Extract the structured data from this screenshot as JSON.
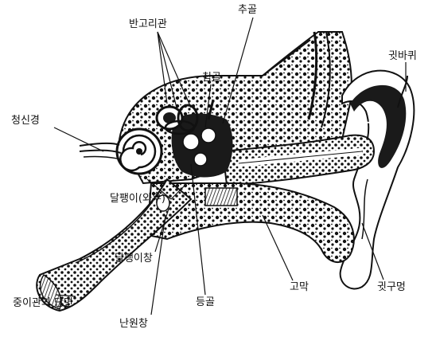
{
  "diagram": {
    "labels": {
      "semicircular_canals": "반고리관",
      "malleus": "추골",
      "incus": "침골",
      "auricle": "귓바퀴",
      "vestibulocochlear_nerve": "청신경",
      "cochlea": "달팽이(와우)",
      "cochlear_window": "달팽이창",
      "eardrum": "고막",
      "ear_canal": "귓구멍",
      "stapes": "등골",
      "eustachian_tube_section": "중이관의 단면",
      "oval_window": "난원창"
    },
    "colors": {
      "ink": "#111111",
      "bone": "#e6e6e6",
      "dark": "#1a1a1a",
      "paper": "#ffffff"
    }
  }
}
